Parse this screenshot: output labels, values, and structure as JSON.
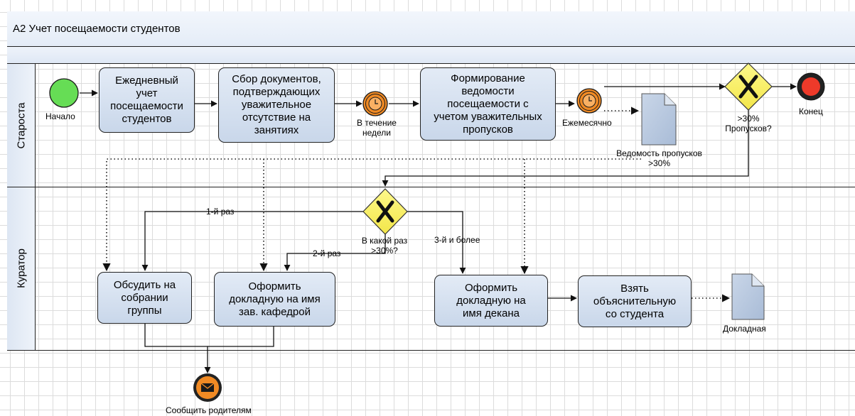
{
  "pool": {
    "title": "А2 Учет посещаемости студентов"
  },
  "lanes": {
    "starosta": "Староста",
    "kurator": "Куратор"
  },
  "tasks": {
    "daily": "Ежедневный\nучет\nпосещаемости\nстудентов",
    "docs": "Сбор документов,\nподтверждающих\nуважительное\nотсутствие на\nзанятиях",
    "report": "Формирование\nведомости\nпосещаемости с\nучетом уважительных\nпропусков",
    "discuss": "Обсудить на\nсобрании\nгруппы",
    "memo_head": "Оформить\nдокладную на имя\nзав. кафедрой",
    "memo_dean": "Оформить\nдокладную на\nимя декана",
    "explain": "Взять\nобъяснительную\nсо студента"
  },
  "events": {
    "start": "Начало",
    "timer_week": "В течение\nнедели",
    "timer_month": "Ежемесячно",
    "end": "Конец",
    "notify": "Сообщить родителям"
  },
  "gateways": {
    "g1": ">30%\nПропусков?",
    "g2": "В какой раз\n>30%?"
  },
  "documents": {
    "absences": "Ведомость пропусков\n>30%",
    "memo": "Докладная"
  },
  "flows": {
    "first": "1-й раз",
    "second": "2-й раз",
    "third": "3-й и более"
  },
  "colors": {
    "start_fill": "#66dd55",
    "event_orange": "#f08a24",
    "end_fill": "#ee3a2a",
    "gateway_fill": "#fbf25c",
    "task_fill": "#d6e1f0",
    "doc_fill": "#b8c8de"
  }
}
